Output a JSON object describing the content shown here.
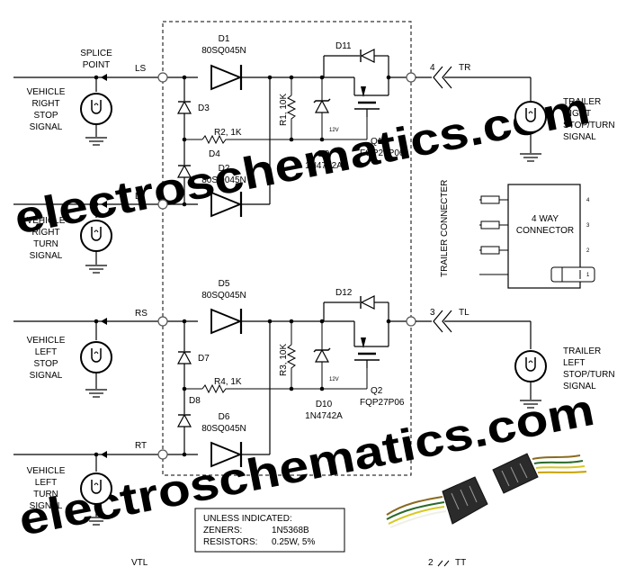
{
  "watermarks": [
    "electroschematics.com",
    "electroschematics.com"
  ],
  "labels": {
    "splice_point": [
      "SPLICE",
      "POINT"
    ],
    "ls": "LS",
    "lt": "LT",
    "rs": "RS",
    "rt": "RT",
    "vehicle_right_stop": [
      "VEHICLE",
      "RIGHT",
      "STOP",
      "SIGNAL"
    ],
    "vehicle_right_turn": [
      "VEHICLE",
      "RIGHT",
      "TURN",
      "SIGNAL"
    ],
    "vehicle_left_stop": [
      "VEHICLE",
      "LEFT",
      "STOP",
      "SIGNAL"
    ],
    "vehicle_left_turn": [
      "VEHICLE",
      "LEFT",
      "TURN",
      "SIGNAL"
    ],
    "trailer_right": [
      "TRAILER",
      "RIGHT",
      "STOP/TURN",
      "SIGNAL"
    ],
    "trailer_left": [
      "TRAILER",
      "LEFT",
      "STOP/TURN",
      "SIGNAL"
    ],
    "tr_pin": "4",
    "tr": "TR",
    "tl_pin": "3",
    "tl": "TL",
    "tt_pin": "2",
    "tt": "TT",
    "vtl": "VTL",
    "trailer_connector": "TRAILER CONNECTER",
    "four_way": [
      "4 WAY",
      "CONNECTOR"
    ],
    "pin_numbers": [
      "4",
      "3",
      "2",
      "1"
    ]
  },
  "components": {
    "d1": [
      "D1",
      "80SQ045N"
    ],
    "d2": [
      "D2",
      "80SQ045N"
    ],
    "d3": "D3",
    "d4": "D4",
    "d5": [
      "D5",
      "80SQ045N"
    ],
    "d6": [
      "D6",
      "80SQ045N"
    ],
    "d7": "D7",
    "d8": "D8",
    "d9": [
      "D9",
      "1N4742A"
    ],
    "d10": [
      "D10",
      "1N4742A"
    ],
    "d11": "D11",
    "d12": "D12",
    "r1": "R1, 10K",
    "r2": "R2, 1K",
    "r3": "R3, 10K",
    "r4": "R4, 1K",
    "q1": [
      "Q1",
      "FQP27P06"
    ],
    "q2": [
      "Q2",
      "FQP27P06"
    ],
    "zener_voltage": "12V"
  },
  "notes": {
    "title": "UNLESS INDICATED:",
    "zeners_key": "ZENERS:",
    "zeners_val": "1N5368B",
    "resistors_key": "RESISTORS:",
    "resistors_val": "0.25W, 5%"
  }
}
